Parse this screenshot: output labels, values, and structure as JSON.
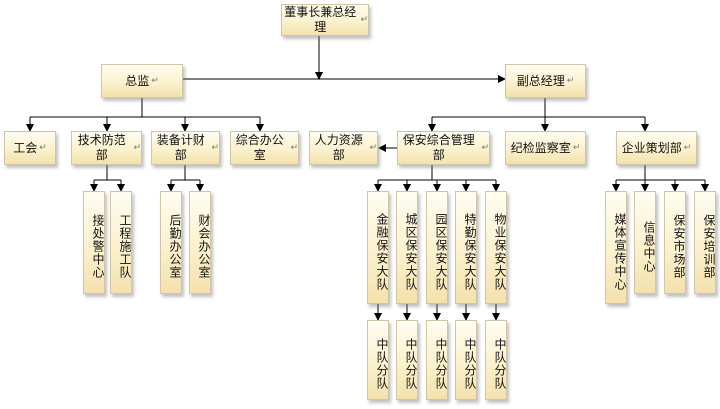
{
  "colors": {
    "box_fill_top": "#fffdf1",
    "box_fill_bottom": "#f4e1ad",
    "box_border": "#cfc6a8",
    "line": "#000000"
  },
  "org": {
    "chairman": "董事长兼总经理",
    "director": "总监",
    "deputy_gm": "副总经理",
    "union": "工会",
    "tech_defense": "技术防范部",
    "equipment_finance": "装备计财部",
    "general_office": "综合办公室",
    "hr": "人力资源部",
    "security_mgmt": "保安综合管理部",
    "discipline": "纪检监察室",
    "planning": "企业策划部",
    "alarm_center": "接处警中心",
    "engineering_team": "工程施工队",
    "logistics_office": "后勤办公室",
    "accounting_office": "财会办公室",
    "finance_team": "金融保安大队",
    "district_team": "城区保安大队",
    "park_team": "园区保安大队",
    "special_team": "特勤保安大队",
    "property_team": "物业保安大队",
    "squad_1": "中队分队",
    "squad_2": "中队分队",
    "squad_3": "中队分队",
    "squad_4": "中队分队",
    "squad_5": "中队分队",
    "media_center": "媒体宣传中心",
    "info_center": "信息中心",
    "security_market": "保安市场部",
    "security_training": "保安培训部"
  }
}
